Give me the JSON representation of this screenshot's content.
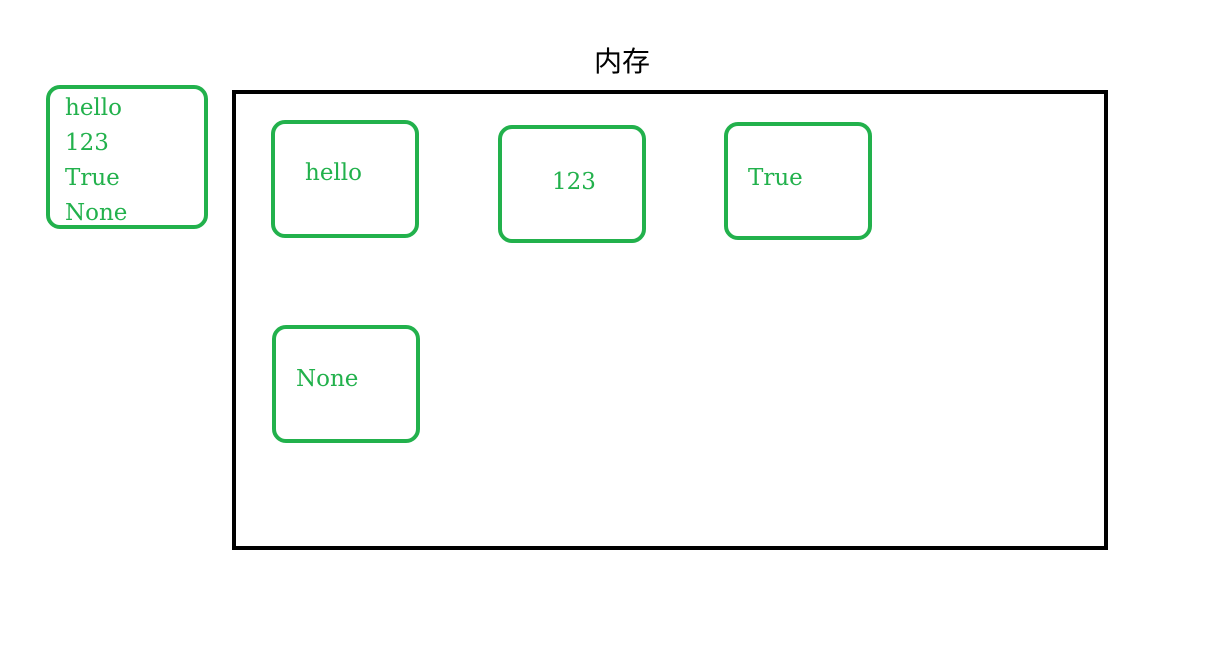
{
  "colors": {
    "accent": "#22b14c",
    "border": "#000000",
    "background": "#ffffff"
  },
  "variables": {
    "items": [
      "hello",
      "123",
      "True",
      "None"
    ]
  },
  "memory": {
    "title": "内存",
    "objects": [
      "hello",
      "123",
      "True",
      "None"
    ]
  }
}
